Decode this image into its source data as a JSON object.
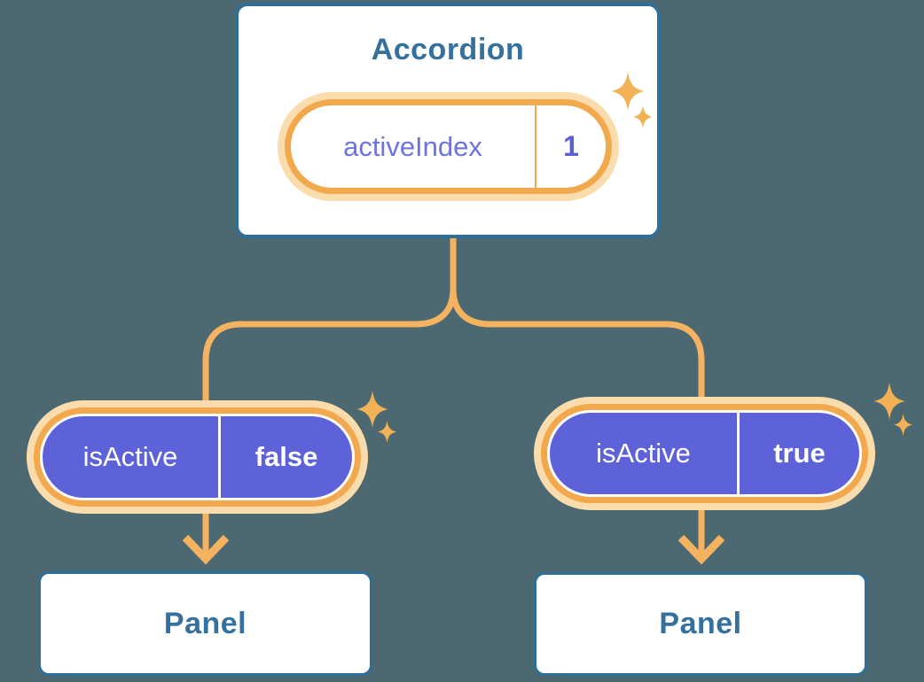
{
  "palette": {
    "background": "#4C6971",
    "connector_orange": "#F5B260",
    "ring_orange": "#F2A94E",
    "ring_glow": "#FBDCAC",
    "card_border_blue": "#2E6F99",
    "card_text_blue": "#35719F",
    "pill_purple": "#5D62D8",
    "state_label_purple": "#6E73DE",
    "state_value_purple": "#5A5FD6",
    "sparkle_orange": "#F2B155"
  },
  "accordion": {
    "title": "Accordion",
    "state": {
      "label": "activeIndex",
      "value": "1"
    }
  },
  "children": [
    {
      "prop": {
        "label": "isActive",
        "value": "false"
      },
      "title": "Panel"
    },
    {
      "prop": {
        "label": "isActive",
        "value": "true"
      },
      "title": "Panel"
    }
  ],
  "icons": {
    "sparkle": "four-point-star"
  }
}
